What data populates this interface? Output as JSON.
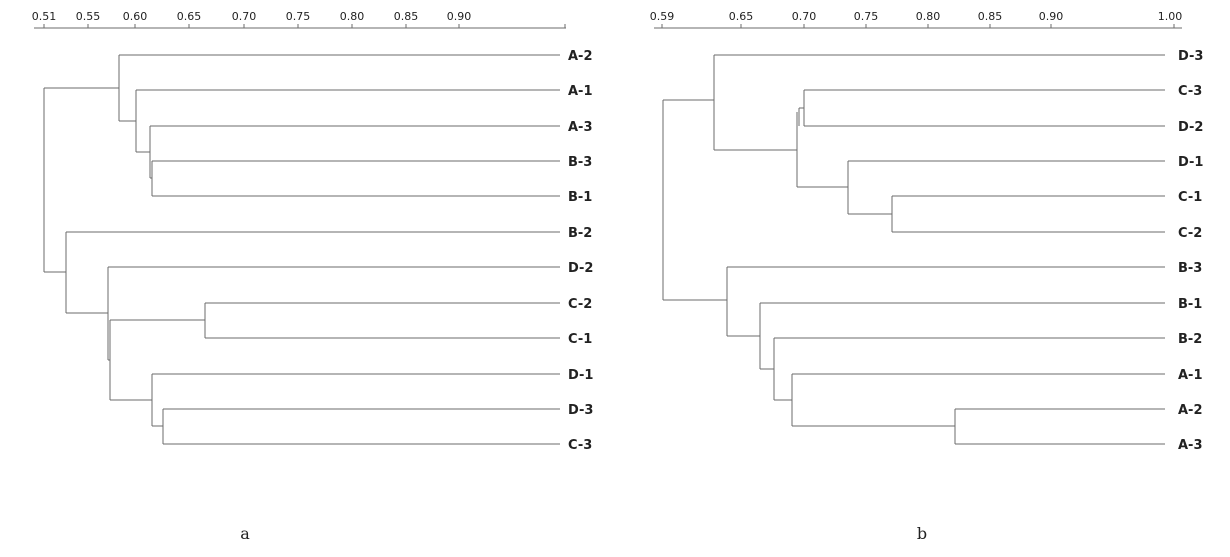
{
  "panels": [
    {
      "id": "a",
      "caption": "a",
      "axis": {
        "ticks": [
          "0.51",
          "0.55",
          "0.60",
          "0.65",
          "0.70",
          "0.75",
          "0.80",
          "0.85",
          "0.90"
        ],
        "range": [
          0.51,
          1.0
        ]
      },
      "leaves": [
        "A-2",
        "A-1",
        "A-3",
        "B-3",
        "B-1",
        "B-2",
        "D-2",
        "C-2",
        "C-1",
        "D-1",
        "D-3",
        "C-3"
      ],
      "merges": [
        {
          "a": "B-3",
          "b": "B-1",
          "height": 0.61
        },
        {
          "a": "A-3",
          "b": [
            "B-3",
            "B-1"
          ],
          "height": 0.6
        },
        {
          "a": "A-1",
          "b": [
            "A-3",
            "B-3",
            "B-1"
          ],
          "height": 0.59
        },
        {
          "a": "A-2",
          "b": [
            "A-1",
            "A-3",
            "B-3",
            "B-1"
          ],
          "height": 0.57
        },
        {
          "a": "C-2",
          "b": "C-1",
          "height": 0.66
        },
        {
          "a": "D-3",
          "b": "C-3",
          "height": 0.62
        },
        {
          "a": "D-1",
          "b": [
            "D-3",
            "C-3"
          ],
          "height": 0.61
        },
        {
          "a": [
            "C-2",
            "C-1"
          ],
          "b": [
            "D-1",
            "D-3",
            "C-3"
          ],
          "height": 0.56
        },
        {
          "a": "D-2",
          "b": [
            "C-2",
            "C-1",
            "D-1",
            "D-3",
            "C-3"
          ],
          "height": 0.56
        },
        {
          "a": "B-2",
          "b": [
            "D-2",
            "C-2",
            "C-1",
            "D-1",
            "D-3",
            "C-3"
          ],
          "height": 0.53
        },
        {
          "a": [
            "A-2",
            "A-1",
            "A-3",
            "B-3",
            "B-1"
          ],
          "b": [
            "B-2",
            "D-2",
            "C-2",
            "C-1",
            "D-1",
            "D-3",
            "C-3"
          ],
          "height": 0.51
        }
      ]
    },
    {
      "id": "b",
      "caption": "b",
      "axis": {
        "ticks": [
          "0.59",
          "0.65",
          "0.70",
          "0.75",
          "0.80",
          "0.85",
          "0.90",
          "1.00"
        ],
        "range": [
          0.59,
          1.0
        ]
      },
      "leaves": [
        "D-3",
        "C-3",
        "D-2",
        "D-1",
        "C-1",
        "C-2",
        "B-3",
        "B-1",
        "B-2",
        "A-1",
        "A-2",
        "A-3"
      ],
      "merges": [
        {
          "a": "C-1",
          "b": "C-2",
          "height": 0.77
        },
        {
          "a": "D-1",
          "b": [
            "C-1",
            "C-2"
          ],
          "height": 0.73
        },
        {
          "a": "C-3",
          "b": "D-2",
          "height": 0.7
        },
        {
          "a": [
            "C-3",
            "D-2"
          ],
          "b": [
            "D-1",
            "C-1",
            "C-2"
          ],
          "height": 0.69
        },
        {
          "a": "D-3",
          "b": [
            "C-3",
            "D-2",
            "D-1",
            "C-1",
            "C-2"
          ],
          "height": 0.63
        },
        {
          "a": "A-2",
          "b": "A-3",
          "height": 0.82
        },
        {
          "a": "A-1",
          "b": [
            "A-2",
            "A-3"
          ],
          "height": 0.69
        },
        {
          "a": "B-2",
          "b": [
            "A-1",
            "A-2",
            "A-3"
          ],
          "height": 0.68
        },
        {
          "a": "B-1",
          "b": [
            "B-2",
            "A-1",
            "A-2",
            "A-3"
          ],
          "height": 0.67
        },
        {
          "a": "B-3",
          "b": [
            "B-1",
            "B-2",
            "A-1",
            "A-2",
            "A-3"
          ],
          "height": 0.64
        },
        {
          "a": [
            "D-3",
            "C-3",
            "D-2",
            "D-1",
            "C-1",
            "C-2"
          ],
          "b": [
            "B-3",
            "B-1",
            "B-2",
            "A-1",
            "A-2",
            "A-3"
          ],
          "height": 0.59
        }
      ]
    }
  ]
}
